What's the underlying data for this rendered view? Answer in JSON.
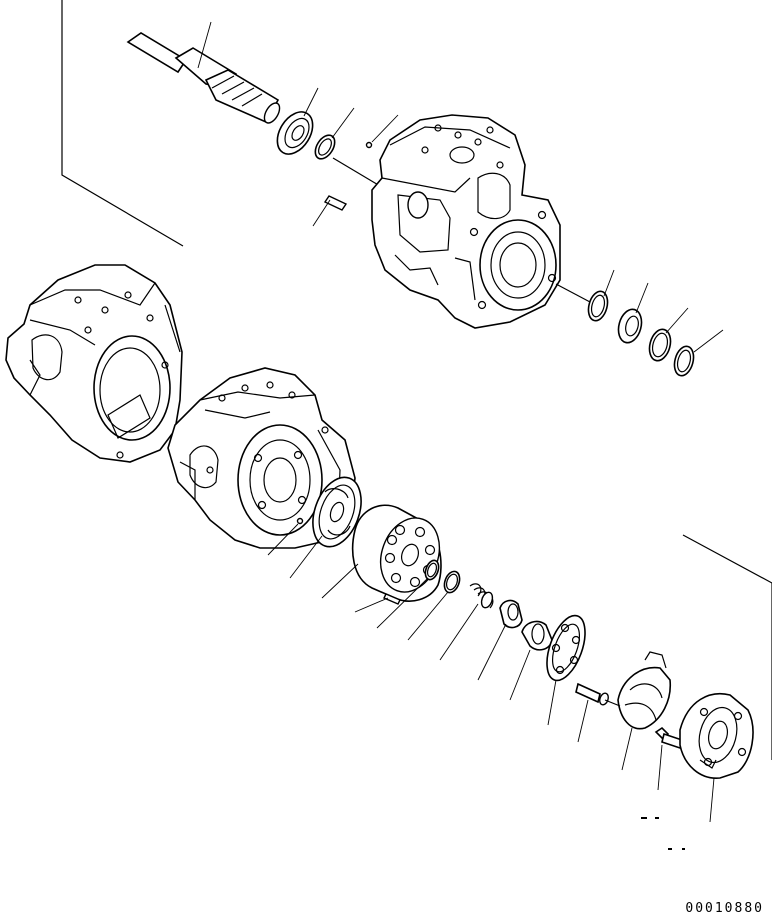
{
  "drawing_number": "00010880",
  "callouts": [
    {
      "id": "shaft"
    },
    {
      "id": "bearing"
    },
    {
      "id": "snap-ring-a"
    },
    {
      "id": "small-pin"
    },
    {
      "id": "dowel-pin"
    },
    {
      "id": "snap-ring-b"
    },
    {
      "id": "seal"
    },
    {
      "id": "ring-b"
    },
    {
      "id": "snap-ring-c"
    },
    {
      "id": "pin-c"
    },
    {
      "id": "valve-plate"
    },
    {
      "id": "cylinder-block"
    },
    {
      "id": "pin-d"
    },
    {
      "id": "snap-ring-d"
    },
    {
      "id": "ring-d"
    },
    {
      "id": "spring"
    },
    {
      "id": "ball-guide"
    },
    {
      "id": "retainer"
    },
    {
      "id": "shoe-plate"
    },
    {
      "id": "shaft-pin"
    },
    {
      "id": "swash-plate"
    },
    {
      "id": "bolt"
    },
    {
      "id": "end-cover"
    }
  ]
}
